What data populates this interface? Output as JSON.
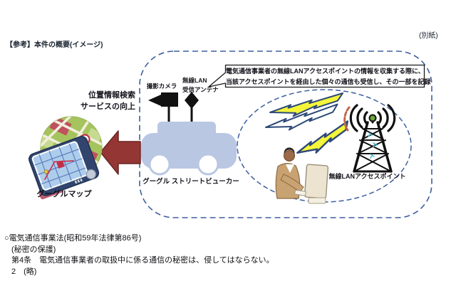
{
  "page": {
    "note_top_right": "(別紙)",
    "header": "【参考】本件の概要(イメージ)"
  },
  "diagram": {
    "callout": {
      "line1": "電気通信事業者の無線LANアクセスポイントの情報を収集する際に、",
      "line2": "当該アクセスポイントを経由した個々の通信も受信し、その一部を記録"
    },
    "camera_label": "撮影カメラ",
    "antenna_label_line1": "無線LAN",
    "antenna_label_line2": "受信アンテナ",
    "car_label": "グーグル ストリートビューカー",
    "access_point_label": "無線LANアクセスポイント",
    "benefit_line1": "位置情報検索",
    "benefit_line2": "サービスの向上",
    "map_label": "グーグルマップ",
    "colors": {
      "dashed_border": "#3d5f9e",
      "car_body": "#b9c7e3",
      "bolt_yellow": "#f5f53a",
      "bolt_outline": "#2c4878",
      "arrow_fill": "#943634",
      "map_green": "#a6c45e",
      "building_red": "#c0525f",
      "phone_navy": "#31456f",
      "phone_screen": "#aecdec",
      "tower_black": "#111111",
      "wave_orange": "#bf6a4a",
      "speckle_cyan": "#55bcd4",
      "suit_tan": "#c9a272"
    }
  },
  "law": {
    "line1": "○電気通信事業法(昭和59年法律第86号)",
    "line2": "(秘密の保護)",
    "line3": "第4条　電気通信事業者の取扱中に係る通信の秘密は、侵してはならない。",
    "line4": "2　(略)"
  }
}
